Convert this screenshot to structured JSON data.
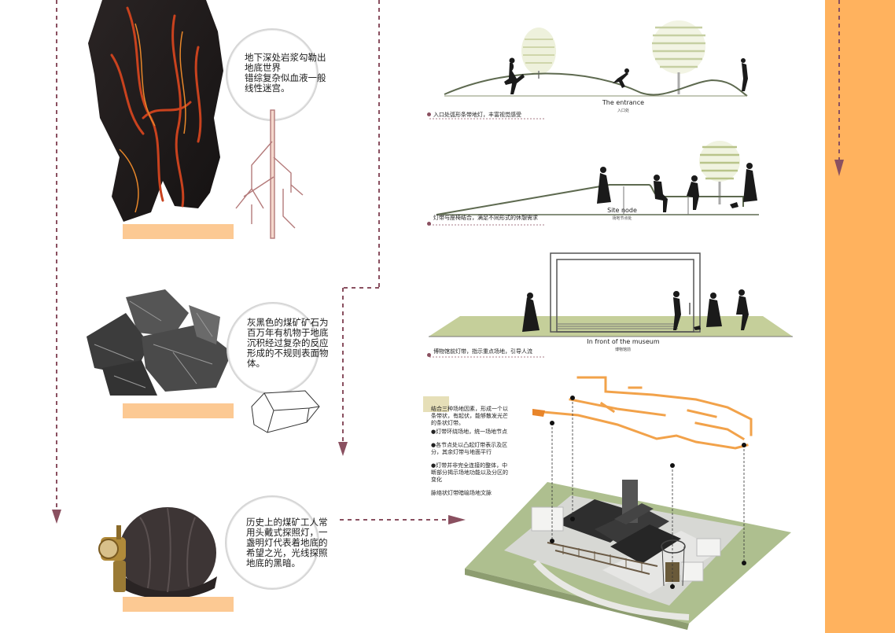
{
  "colors": {
    "accent_orange": "#ffb25e",
    "label_peach": "#fcc993",
    "path_maroon": "#8a5060",
    "light_strip": "#f2a24a",
    "ground_green": "#c5cf9a"
  },
  "left_panel": {
    "magma_text": "地下深处岩浆勾勒出\n地底世界\n错综复杂似血液一般\n线性迷宫。",
    "coal_text": "灰黑色的煤矿矿石为\n百万年有机物于地底\n沉积经过复杂的反应\n形成的不规则表面物\n体。",
    "lamp_text": "历史上的煤矿工人常\n用头戴式探照灯，一\n盏明灯代表着地底的\n希望之光，光线探照\n地底的黑暗。"
  },
  "sections": {
    "entrance": {
      "en": "The entrance",
      "cn": "入口处",
      "caption": "入口处弧形条带地灯，丰富视觉感受"
    },
    "site_node": {
      "en": "Site node",
      "cn": "场地节点处",
      "caption": "灯带与座椅结合，满足不同形式的休憩需求"
    },
    "museum": {
      "en": "In front of the museum",
      "cn": "博物馆前",
      "caption": "博物馆前灯带，指示重点场地，引导人流"
    }
  },
  "axo_notes": {
    "intro": "结合三种场地因素，形成一个以\n条带状，有起伏，能够散发光芒\n的条状灯带。",
    "point1": "●灯带环绕场地，统一场地节点",
    "point2": "●各节点处以凸起灯带表示及区\n分，其余灯带与地面平行",
    "point3": "●灯带并非完全连接的整体，中\n断部分揭示场地功能以及分区的\n变化",
    "closing": "脉络状灯带暗喻场地文脉"
  }
}
